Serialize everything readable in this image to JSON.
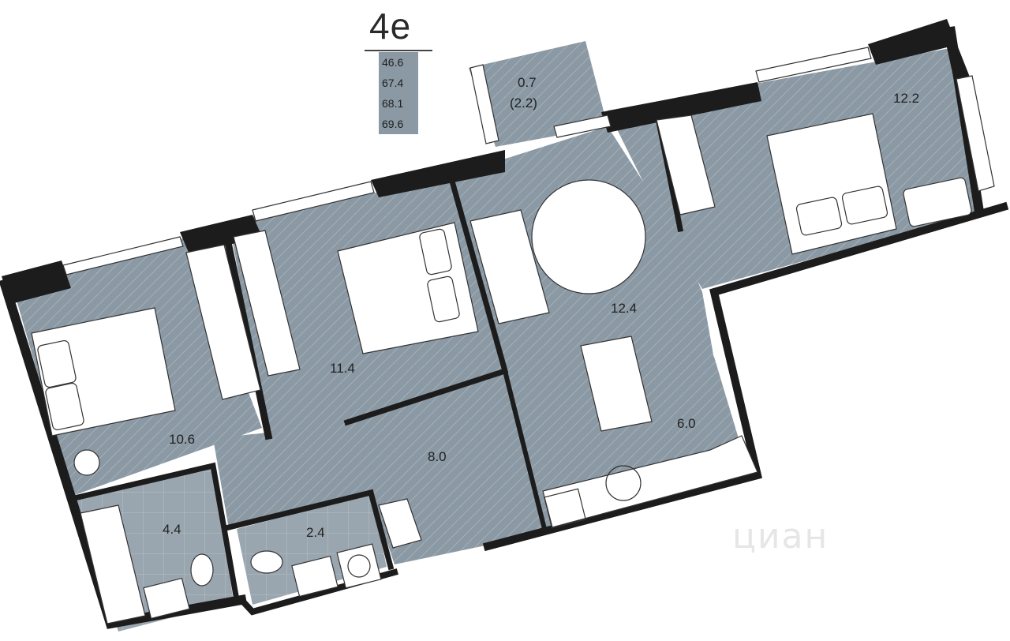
{
  "header": {
    "apartment_type": "4е",
    "areas": [
      "46.6",
      "67.4",
      "68.1",
      "69.6"
    ]
  },
  "rooms": {
    "balcony": {
      "area": "0.7",
      "area_alt": "(2.2)"
    },
    "bedroom_right": {
      "area": "12.2"
    },
    "living_room": {
      "area": "12.4"
    },
    "bedroom_middle": {
      "area": "11.4"
    },
    "bedroom_left": {
      "area": "10.6"
    },
    "hallway": {
      "area": "8.0"
    },
    "kitchen": {
      "area": "6.0"
    },
    "bathroom": {
      "area": "4.4"
    },
    "toilet": {
      "area": "2.4"
    }
  },
  "watermark": "циан",
  "colors": {
    "floor": "#8b99a4",
    "wall": "#1c1c1c",
    "tile": "#9aa6af",
    "furniture": "#ffffff"
  }
}
